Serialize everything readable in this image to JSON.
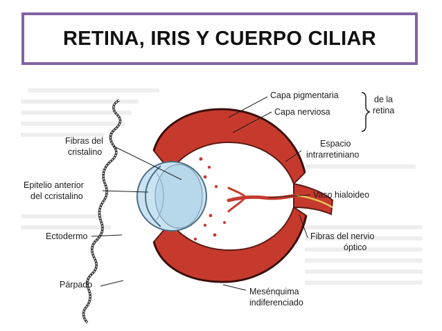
{
  "slide": {
    "title": "RETINA, IRIS Y CUERPO CILIAR"
  },
  "figure": {
    "labels": {
      "capa_pigmentaria": "Capa pigmentaria",
      "capa_nerviosa": "Capa nerviosa",
      "de_la_retina_1": "de la",
      "de_la_retina_2": "retina",
      "fibras_cristalino_1": "Fibras del",
      "fibras_cristalino_2": "cristalino",
      "espacio_1": "Espacio",
      "espacio_2": "intrarretiniano",
      "epitelio_1": "Epitelio anterior",
      "epitelio_2": "del ccristalino",
      "vaso": "Vaso hialoideo",
      "ectodermo": "Ectodermo",
      "fibras_nervio_1": "Fibras del nervio",
      "fibras_nervio_2": "óptico",
      "parpado": "Párpado",
      "mesenquima_1": "Mesénquima",
      "mesenquima_2": "indiferenciado"
    },
    "colors": {
      "retina_red": "#c63a2e",
      "retina_dark": "#5a1a14",
      "lens_blue": "#c9e3f2",
      "lens_edge": "#4a6d85",
      "line": "#1a1a1a"
    }
  }
}
